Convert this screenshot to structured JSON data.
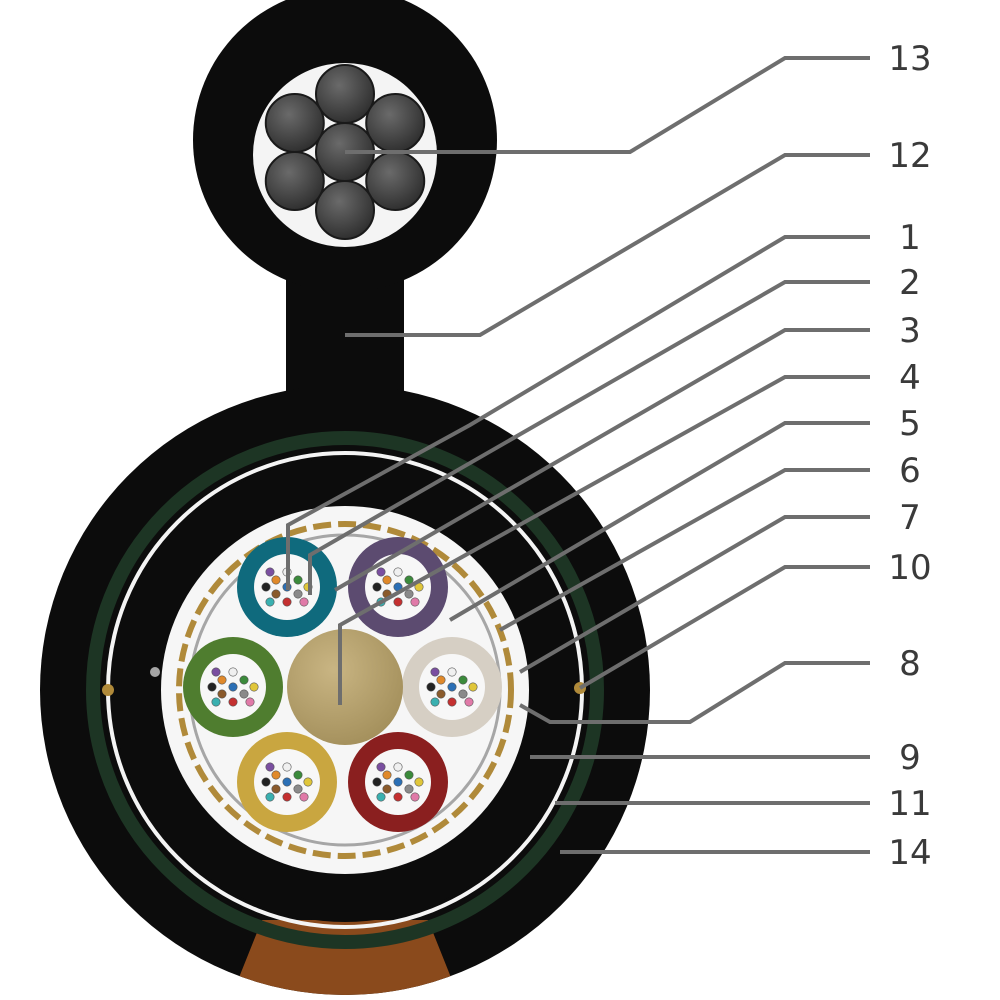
{
  "callouts": [
    {
      "id": "13",
      "label": "13"
    },
    {
      "id": "12",
      "label": "12"
    },
    {
      "id": "1",
      "label": "1"
    },
    {
      "id": "2",
      "label": "2"
    },
    {
      "id": "3",
      "label": "3"
    },
    {
      "id": "4",
      "label": "4"
    },
    {
      "id": "5",
      "label": "5"
    },
    {
      "id": "6",
      "label": "6"
    },
    {
      "id": "7",
      "label": "7"
    },
    {
      "id": "10",
      "label": "10"
    },
    {
      "id": "8",
      "label": "8"
    },
    {
      "id": "9",
      "label": "9"
    },
    {
      "id": "11",
      "label": "11"
    },
    {
      "id": "14",
      "label": "14"
    }
  ],
  "colors": {
    "sheath": "#0c0c0c",
    "armor_green": "#1d3524",
    "white_ring": "#f4f4f4",
    "tape_gold": "#b08a3a",
    "binder_grey": "#a6a6a6",
    "central_member": "#b59f6b",
    "messenger_wire": "#3f3f3f",
    "ripcord_brown": "#8a4a1c",
    "leader_line": "#6e6e6e",
    "label_text": "#3a3a3a"
  },
  "loose_tubes": [
    {
      "color": "#0f6a7d",
      "name": "blue-tube"
    },
    {
      "color": "#5c4b70",
      "name": "violet-tube"
    },
    {
      "color": "#d6cfc4",
      "name": "white-tube"
    },
    {
      "color": "#8a1f1f",
      "name": "red-tube"
    },
    {
      "color": "#c9a640",
      "name": "yellow-tube"
    },
    {
      "color": "#4f7d2f",
      "name": "green-tube"
    }
  ]
}
